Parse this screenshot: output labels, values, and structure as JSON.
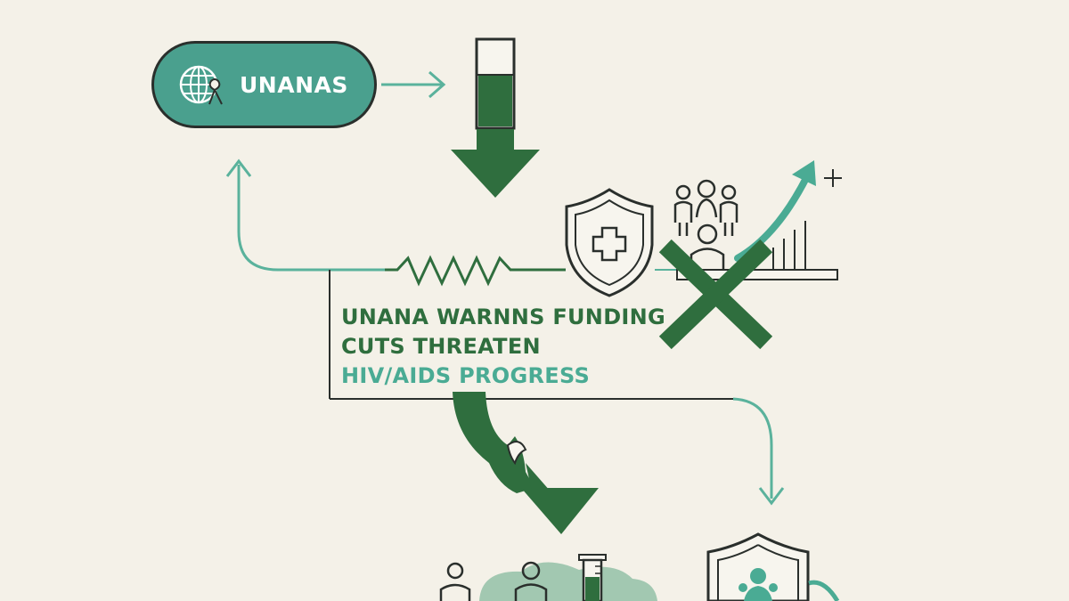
{
  "pill": {
    "label": "UNANAS",
    "icon": "globe-ribbon-icon"
  },
  "headline": {
    "line1": "UNANA WARNNS FUNDING",
    "line2": "CUTS THREATEN",
    "line3": "HIV/AIDS PROGRESS"
  },
  "colors": {
    "background": "#f4f1e8",
    "teal": "#4aa08e",
    "dark_green": "#2f6e3e",
    "outline": "#2a2f2c"
  },
  "icons": [
    "arrow-right-icon",
    "funding-tube-icon",
    "arrow-down-icon",
    "arrow-up-icon",
    "zigzag-line-icon",
    "shield-cross-icon",
    "people-group-icon",
    "growth-chart-icon",
    "x-mark-icon",
    "plus-icon",
    "curved-arrow-icon",
    "person-icon",
    "test-tube-icon",
    "shield-person-icon"
  ]
}
